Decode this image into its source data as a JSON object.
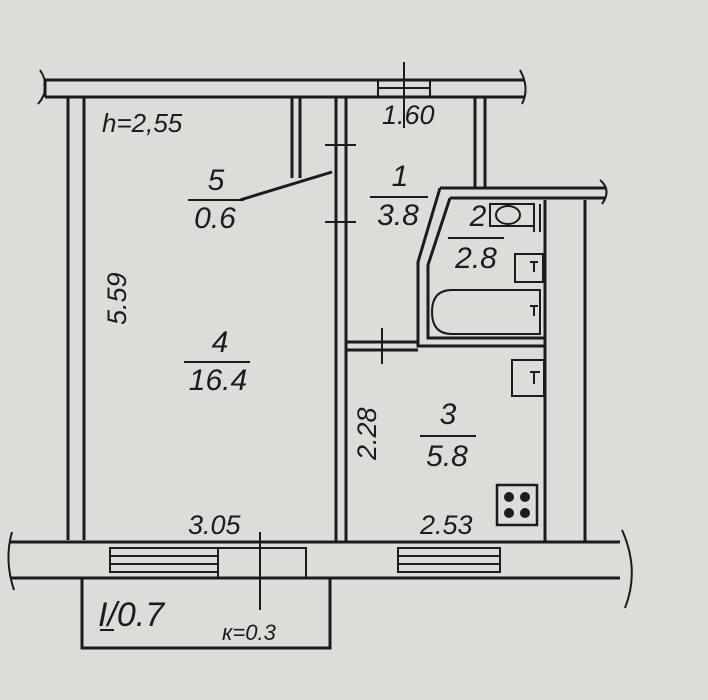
{
  "ceiling_height": "h=2,55",
  "rooms": [
    {
      "number": "1",
      "area": "3.8"
    },
    {
      "number": "2",
      "area": "2.8"
    },
    {
      "number": "3",
      "area": "5.8"
    },
    {
      "number": "4",
      "area": "16.4"
    },
    {
      "number": "5",
      "area": "0.6"
    }
  ],
  "dimensions": {
    "top": "1.60",
    "left_vertical": "5.59",
    "inner_vertical": "2.28",
    "bottom_left": "3.05",
    "bottom_right": "2.53"
  },
  "balcony": {
    "label": "I/0.7",
    "coefficient": "к=0.3"
  },
  "colors": {
    "paper": "#dedcd8",
    "ink": "#1b1b1b"
  }
}
